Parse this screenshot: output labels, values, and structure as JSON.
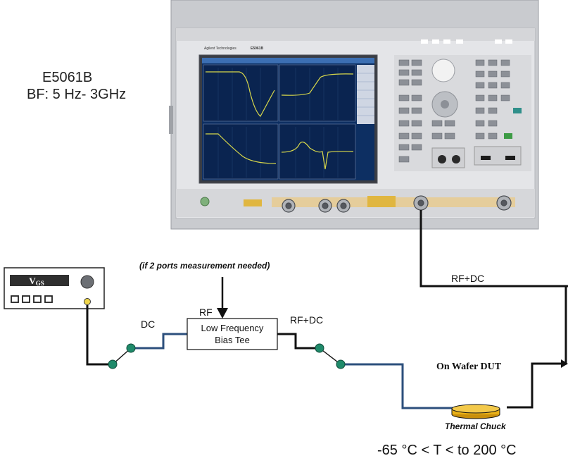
{
  "instrument": {
    "model_title": "E5061B",
    "range_title": "BF: 5 Hz- 3GHz",
    "brand": "Agilent Technologies",
    "panel_model": "E5061B"
  },
  "source": {
    "label": "VGS"
  },
  "diagram": {
    "note": "(if 2 ports measurement needed)",
    "label_dc": "DC",
    "label_rf": "RF",
    "label_rfdc_left": "RF+DC",
    "label_rfdc_right": "RF+DC",
    "bias_tee_line1": "Low Frequency",
    "bias_tee_line2": "Bias Tee",
    "dut_label": "On Wafer DUT",
    "chuck_label": "Thermal Chuck",
    "temperature_range": "-65 °C < T < to 200 °C"
  },
  "colors": {
    "cable_blue": "#2c4f7c",
    "cable_black": "#111111",
    "connector_green": "#1f8a6a",
    "chuck_gold": "#e8b017",
    "screen_bg": "#0a2a5a",
    "trace_yellow": "#d8d84a"
  }
}
